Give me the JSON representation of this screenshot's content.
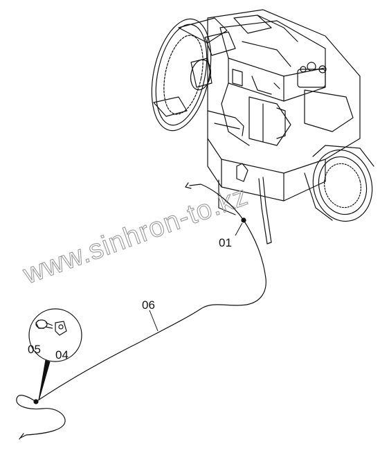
{
  "diagram": {
    "watermark": "www.sinhron-to.kz",
    "callouts": [
      {
        "id": "01",
        "label": "01"
      },
      {
        "id": "06",
        "label": "06"
      },
      {
        "id": "05",
        "label": "05"
      },
      {
        "id": "04",
        "label": "04"
      }
    ]
  }
}
